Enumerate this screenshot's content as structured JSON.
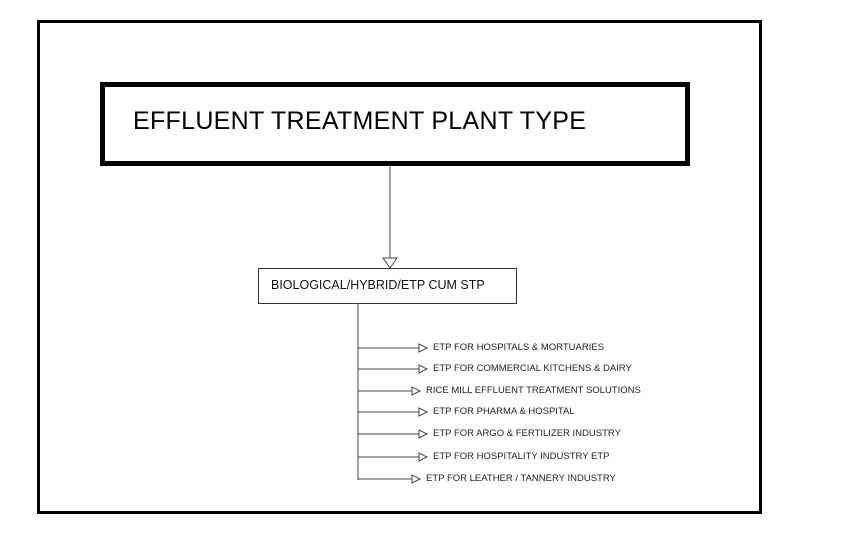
{
  "title": "EFFLUENT TREATMENT PLANT TYPE",
  "category": "BIOLOGICAL/HYBRID/ETP CUM STP",
  "items": [
    "ETP FOR HOSPITALS & MORTUARIES",
    "ETP FOR COMMERCIAL KITCHENS & DAIRY",
    "RICE MILL EFFLUENT TREATMENT SOLUTIONS",
    "ETP FOR PHARMA & HOSPITAL",
    "ETP FOR ARGO & FERTILIZER INDUSTRY",
    "ETP FOR HOSPITALITY INDUSTRY ETP",
    "ETP FOR LEATHER / TANNERY INDUSTRY"
  ]
}
